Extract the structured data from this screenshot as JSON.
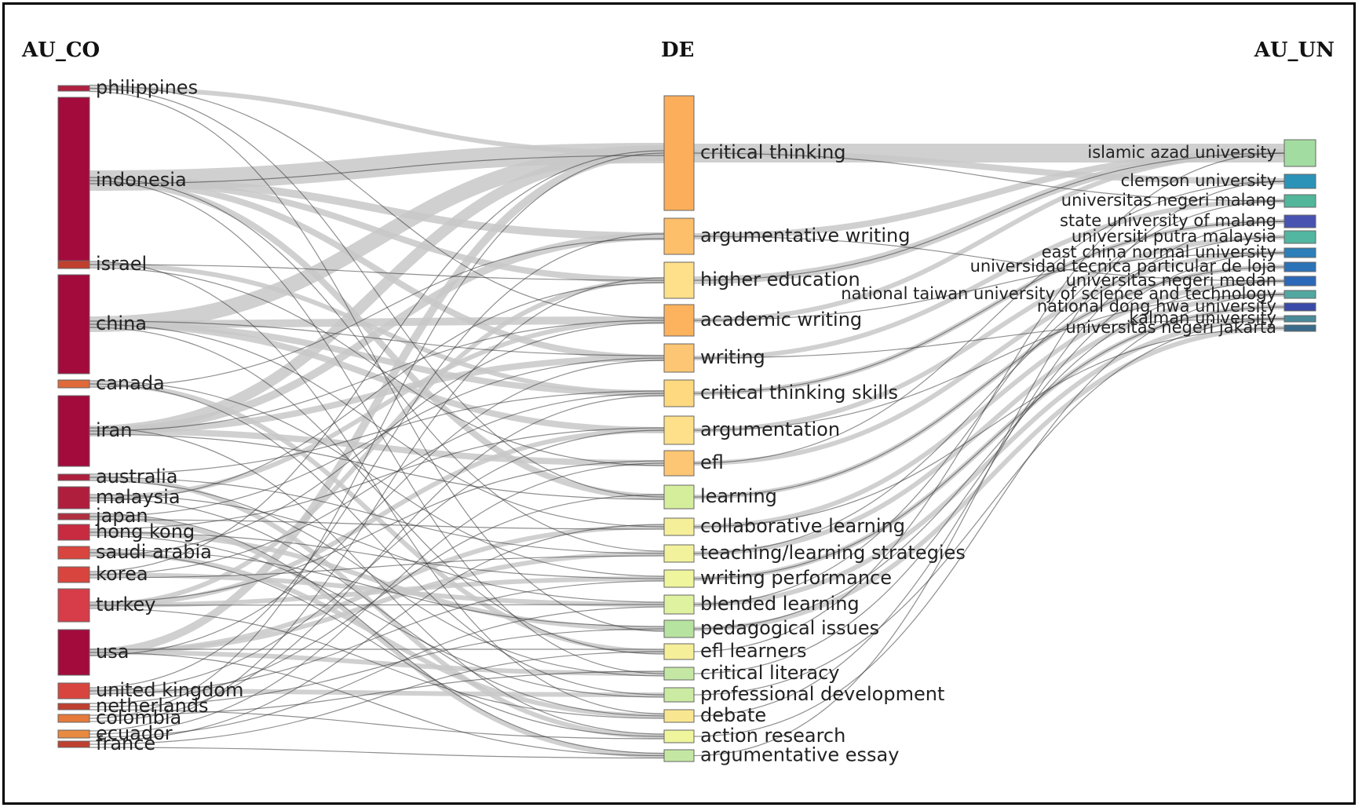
{
  "columns": {
    "left_title": "AU_CO",
    "middle_title": "DE",
    "right_title": "AU_UN"
  },
  "left_nodes": [
    {
      "label": "philippines",
      "color": "#b02040"
    },
    {
      "label": "indonesia",
      "color": "#a30b3c"
    },
    {
      "label": "israel",
      "color": "#c04030"
    },
    {
      "label": "china",
      "color": "#a30b3c"
    },
    {
      "label": "canada",
      "color": "#e06a3a"
    },
    {
      "label": "iran",
      "color": "#a30b3c"
    },
    {
      "label": "australia",
      "color": "#b01e3e"
    },
    {
      "label": "malaysia",
      "color": "#b01e3e"
    },
    {
      "label": "japan",
      "color": "#b03040"
    },
    {
      "label": "hong kong",
      "color": "#c82a40"
    },
    {
      "label": "saudi arabia",
      "color": "#d8453e"
    },
    {
      "label": "korea",
      "color": "#d8453e"
    },
    {
      "label": "turkey",
      "color": "#d63d48"
    },
    {
      "label": "usa",
      "color": "#a30b3c"
    },
    {
      "label": "united kingdom",
      "color": "#d8453e"
    },
    {
      "label": "netherlands",
      "color": "#c04030"
    },
    {
      "label": "colombia",
      "color": "#e57a3c"
    },
    {
      "label": "ecuador",
      "color": "#e88a40"
    },
    {
      "label": "france",
      "color": "#c04030"
    }
  ],
  "middle_nodes": [
    {
      "label": "critical thinking",
      "color": "#fdae5a"
    },
    {
      "label": "argumentative writing",
      "color": "#fdbf6a"
    },
    {
      "label": "higher education",
      "color": "#fee08b"
    },
    {
      "label": "academic writing",
      "color": "#fdb25e"
    },
    {
      "label": "writing",
      "color": "#fdc674"
    },
    {
      "label": "critical thinking skills",
      "color": "#fed980"
    },
    {
      "label": "argumentation",
      "color": "#fee08b"
    },
    {
      "label": "efl",
      "color": "#fdc674"
    },
    {
      "label": "learning",
      "color": "#d4ee9c"
    },
    {
      "label": "collaborative learning",
      "color": "#f6ef9a"
    },
    {
      "label": "teaching/learning strategies",
      "color": "#f2f29c"
    },
    {
      "label": "writing performance",
      "color": "#eef59c"
    },
    {
      "label": "blended learning",
      "color": "#dff2a0"
    },
    {
      "label": "pedagogical issues",
      "color": "#b6e3a0"
    },
    {
      "label": "efl learners",
      "color": "#f6ef9a"
    },
    {
      "label": "critical literacy",
      "color": "#c4e8a4"
    },
    {
      "label": "professional development",
      "color": "#cbeaa2"
    },
    {
      "label": "debate",
      "color": "#f9e690"
    },
    {
      "label": "action research",
      "color": "#eef59c"
    },
    {
      "label": "argumentative essay",
      "color": "#c4e8a4"
    }
  ],
  "right_nodes": [
    {
      "label": "islamic azad university",
      "color": "#a3dca0"
    },
    {
      "label": "clemson university",
      "color": "#2c93b8"
    },
    {
      "label": "universitas negeri malang",
      "color": "#52b69a"
    },
    {
      "label": "state university of malang",
      "color": "#4852b0"
    },
    {
      "label": "universiti putra malaysia",
      "color": "#52b6a0"
    },
    {
      "label": "east china normal university",
      "color": "#2c7fb8"
    },
    {
      "label": "universidad tecnica particular de loja",
      "color": "#2c72b8"
    },
    {
      "label": "universitas negeri medan",
      "color": "#2c68b8"
    },
    {
      "label": "national taiwan university of science and technology",
      "color": "#52a8a0"
    },
    {
      "label": "national dong hwa university",
      "color": "#3a4aa8"
    },
    {
      "label": "kalman university",
      "color": "#4a8a9a"
    },
    {
      "label": "universitas negeri jakarta",
      "color": "#3a6a8a"
    }
  ]
}
